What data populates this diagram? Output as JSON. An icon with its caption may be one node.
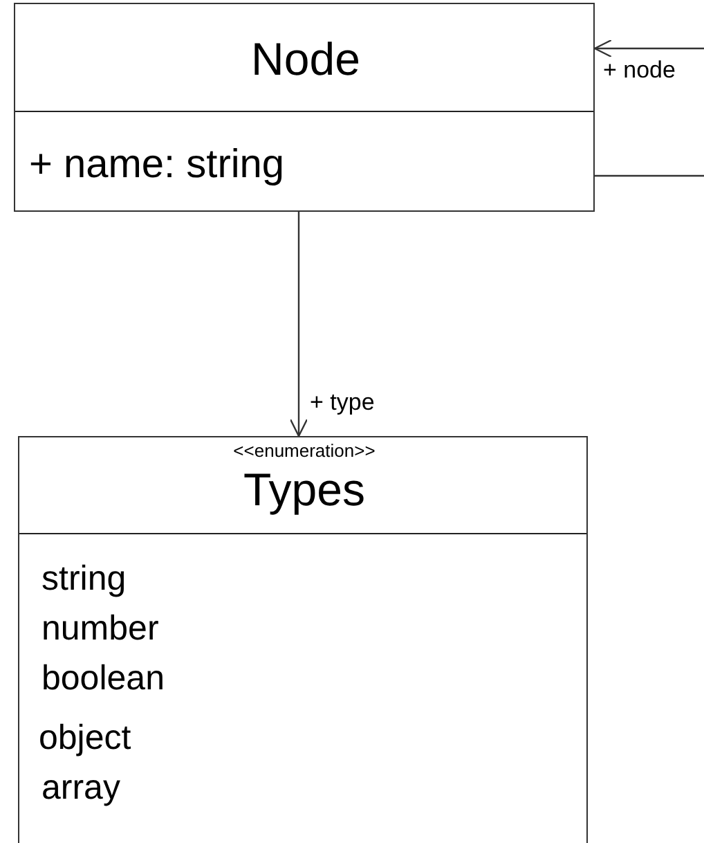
{
  "diagram": {
    "nodes": [
      {
        "text": [
          "Node",
          "+ name: string"
        ]
      },
      {
        "text": [
          "<<enumeration>>",
          "Types",
          "string",
          "number",
          "boolean",
          "object",
          "array"
        ]
      }
    ],
    "edges": [
      {
        "from": 0,
        "to": 1,
        "arrow": "to",
        "label": "+ type"
      },
      {
        "from": 0,
        "to": 0,
        "arrow": "to",
        "label": "+ node"
      }
    ]
  }
}
